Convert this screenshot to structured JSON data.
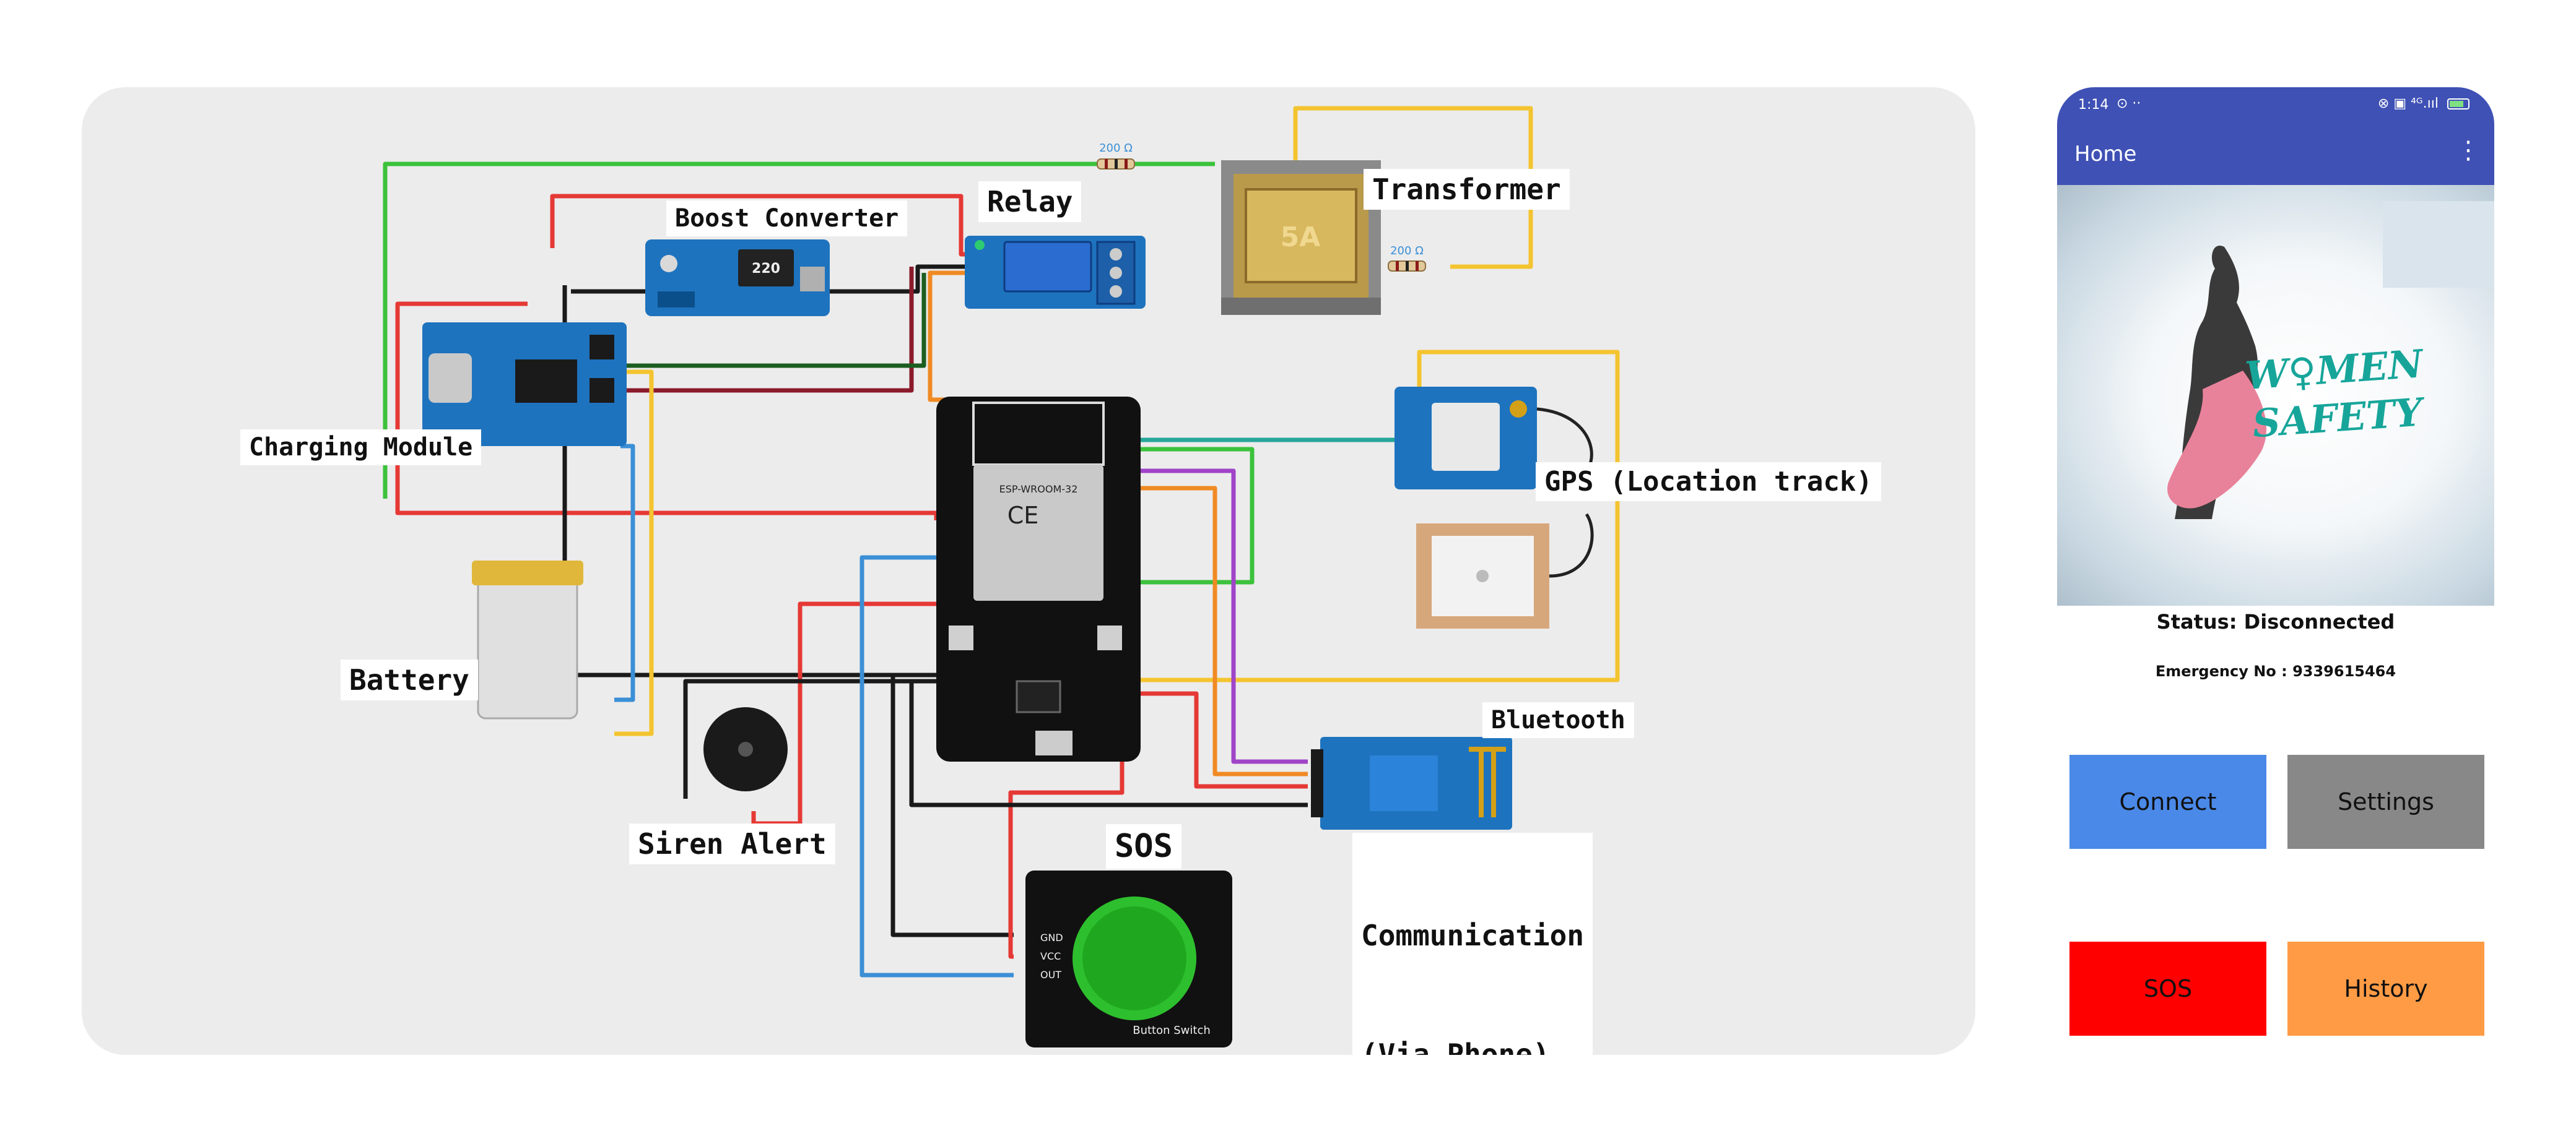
{
  "diagram": {
    "labels": {
      "boost_converter": "Boost Converter",
      "relay": "Relay",
      "transformer": "Transformer",
      "charging_module": "Charging Module",
      "gps": "GPS (Location track)",
      "battery": "Battery",
      "bluetooth": "Bluetooth",
      "siren_alert": "Siren Alert",
      "sos": "SOS",
      "communication_line1": "Communication",
      "communication_line2": "(Via Phone)"
    },
    "component_text": {
      "resistor_top": "200 Ω",
      "resistor_right": "200 Ω",
      "boost_display": "220",
      "transformer_rating": "5A",
      "esp_model": "ESP-WROOM-32",
      "ce_mark": "CE",
      "button_module": "Button Switch",
      "pin_gnd": "GND",
      "pin_vcc": "VCC",
      "pin_out": "OUT"
    }
  },
  "phone": {
    "status_bar": {
      "time": "1:14",
      "left_icons": "⊙ ··",
      "right_icons": "⊗ ▣ ⁴ᴳ.ııl"
    },
    "app_bar": {
      "title": "Home",
      "menu_icon": "⋮"
    },
    "logo": {
      "line1": "W♀MEN",
      "line2": "SAFETY"
    },
    "status_text": "Status: Disconnected",
    "emergency_text": "Emergency No : 9339615464",
    "buttons": {
      "connect": "Connect",
      "settings": "Settings",
      "sos": "SOS",
      "history": "History"
    },
    "colors": {
      "primary": "#3f51b5",
      "connect": "#4a89e8",
      "settings": "#888888",
      "sos": "#ff0000",
      "history": "#ff9b45"
    }
  }
}
